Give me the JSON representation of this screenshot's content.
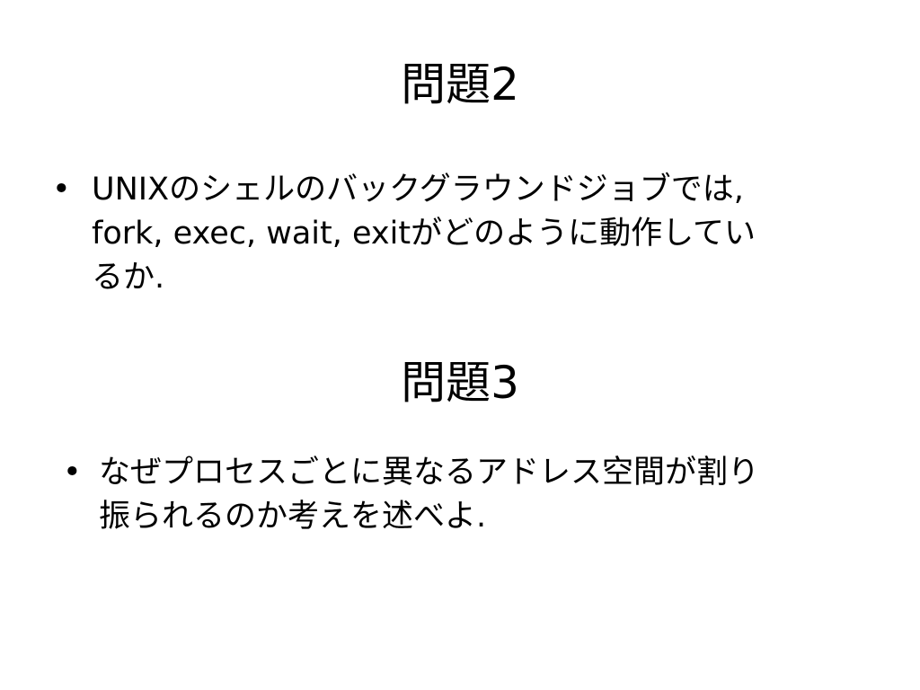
{
  "slide": {
    "section1": {
      "heading": "問題2",
      "bullet": {
        "marker": "•",
        "lines": [
          "UNIXのシェルのバックグラウンドジョブでは,",
          "fork, exec, wait, exitがどのように動作してい",
          "るか."
        ]
      }
    },
    "section2": {
      "heading": "問題3",
      "bullet": {
        "marker": "•",
        "lines": [
          "なぜプロセスごとに異なるアドレス空間が割り",
          "振られるのか考えを述べよ."
        ]
      }
    }
  }
}
